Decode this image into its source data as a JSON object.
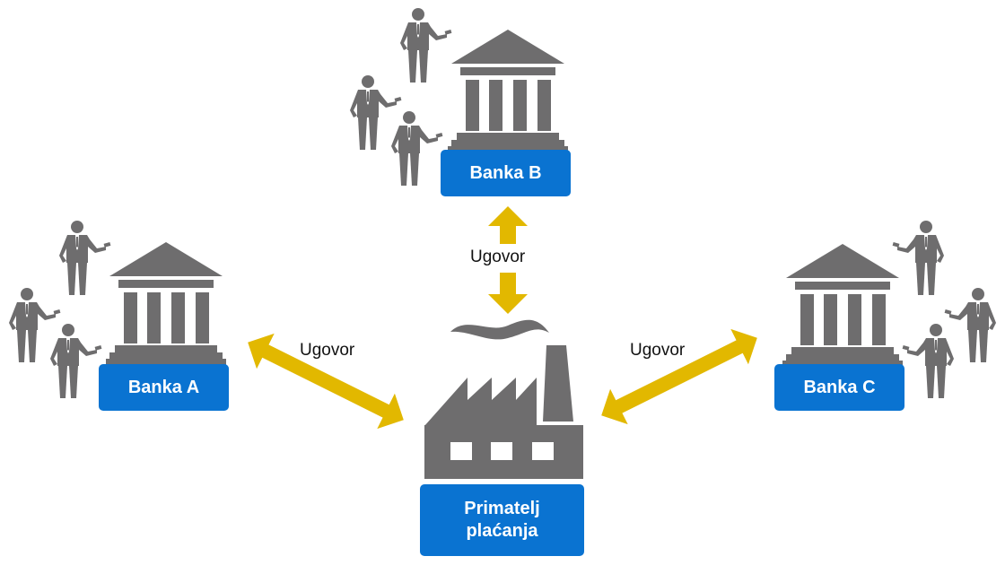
{
  "diagram": {
    "colors": {
      "icon_gray": "#6e6d6e",
      "label_blue": "#0a73d1",
      "arrow_yellow": "#e2b800",
      "text_dark": "#111111",
      "label_text": "#ffffff"
    },
    "center_node": {
      "icon": "factory-icon",
      "label_line1": "Primatelj",
      "label_line2": "plaćanja"
    },
    "banks": [
      {
        "id": "a",
        "icon": "bank-building-icon",
        "label": "Banka A",
        "customers": 3
      },
      {
        "id": "b",
        "icon": "bank-building-icon",
        "label": "Banka B",
        "customers": 3
      },
      {
        "id": "c",
        "icon": "bank-building-icon",
        "label": "Banka C",
        "customers": 3
      }
    ],
    "connections": [
      {
        "from": "center",
        "to": "a",
        "label": "Ugovor",
        "type": "bidirectional"
      },
      {
        "from": "center",
        "to": "b",
        "label": "Ugovor",
        "type": "bidirectional"
      },
      {
        "from": "center",
        "to": "c",
        "label": "Ugovor",
        "type": "bidirectional"
      }
    ]
  }
}
